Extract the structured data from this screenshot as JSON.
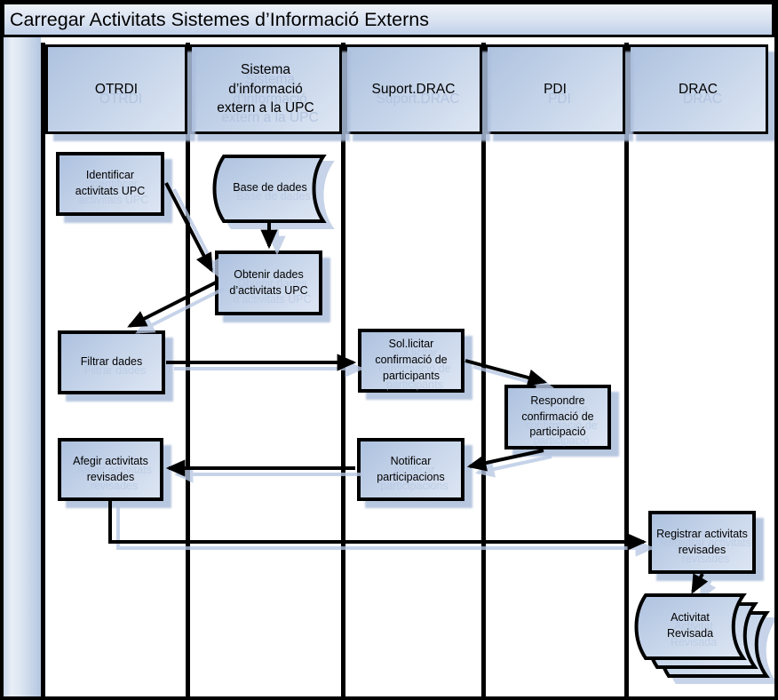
{
  "diagram": {
    "title": "Carregar Activitats Sistemes d’Informació Externs",
    "type": "swimlane-flowchart"
  },
  "lanes": [
    {
      "id": "otrdi",
      "label": "OTRDI"
    },
    {
      "id": "sistema-extern",
      "label": "Sistema\nd’informació\nextern a la UPC"
    },
    {
      "id": "suport-drac",
      "label": "Suport.DRAC"
    },
    {
      "id": "pdi",
      "label": "PDI"
    },
    {
      "id": "drac",
      "label": "DRAC"
    }
  ],
  "nodes": [
    {
      "id": "identificar-activitats-upc",
      "lane": "otrdi",
      "shape": "process",
      "label": "Identificar\nactivitats UPC"
    },
    {
      "id": "base-de-dades",
      "lane": "sistema-extern",
      "shape": "stored-data",
      "label": "Base de dades"
    },
    {
      "id": "obtenir-dades-activitats-upc",
      "lane": "sistema-extern",
      "shape": "process",
      "label": "Obtenir dades\nd’activitats UPC"
    },
    {
      "id": "filtrar-dades",
      "lane": "otrdi",
      "shape": "process",
      "label": "Filtrar dades"
    },
    {
      "id": "sollicitar-confirmacio-participants",
      "lane": "suport-drac",
      "shape": "process",
      "label": "Sol.licitar\nconfirmació de\nparticipants"
    },
    {
      "id": "respondre-confirmacio-participacio",
      "lane": "pdi",
      "shape": "process",
      "label": "Respondre\nconfirmació de\nparticipació"
    },
    {
      "id": "notificar-participacions",
      "lane": "suport-drac",
      "shape": "process",
      "label": "Notificar\nparticipacions"
    },
    {
      "id": "afegir-activitats-revisades",
      "lane": "otrdi",
      "shape": "process",
      "label": "Afegir activitats\nrevisades"
    },
    {
      "id": "registrar-activitats-revisades",
      "lane": "drac",
      "shape": "process",
      "label": "Registrar activitats\nrevisades"
    },
    {
      "id": "activitat-revisada",
      "lane": "drac",
      "shape": "multi-document",
      "label": "Activitat\nRevisada"
    }
  ],
  "edges": [
    {
      "from": "base-de-dades",
      "to": "obtenir-dades-activitats-upc"
    },
    {
      "from": "identificar-activitats-upc",
      "to": "obtenir-dades-activitats-upc"
    },
    {
      "from": "obtenir-dades-activitats-upc",
      "to": "filtrar-dades"
    },
    {
      "from": "filtrar-dades",
      "to": "sollicitar-confirmacio-participants"
    },
    {
      "from": "sollicitar-confirmacio-participants",
      "to": "respondre-confirmacio-participacio"
    },
    {
      "from": "respondre-confirmacio-participacio",
      "to": "notificar-participacions"
    },
    {
      "from": "notificar-participacions",
      "to": "afegir-activitats-revisades"
    },
    {
      "from": "afegir-activitats-revisades",
      "to": "registrar-activitats-revisades"
    },
    {
      "from": "registrar-activitats-revisades",
      "to": "activitat-revisada"
    }
  ],
  "colors": {
    "shape_fill_dark": "#adc1df",
    "shape_fill_light": "#dde6f3",
    "outline": "#000000",
    "shadow": "#b7c7e3",
    "background": "#ffffff"
  }
}
